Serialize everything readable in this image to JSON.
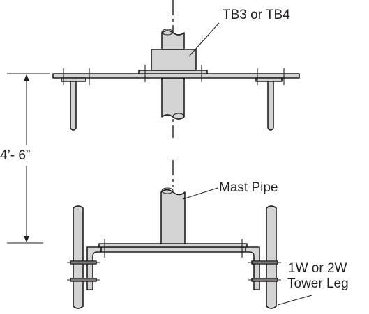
{
  "labels": {
    "tower_bracket": "TB3 or  TB4",
    "dimension": "4’- 6”",
    "mast_pipe": "Mast Pipe",
    "tower_leg_line1": "1W or 2W",
    "tower_leg_line2": "Tower Leg"
  }
}
